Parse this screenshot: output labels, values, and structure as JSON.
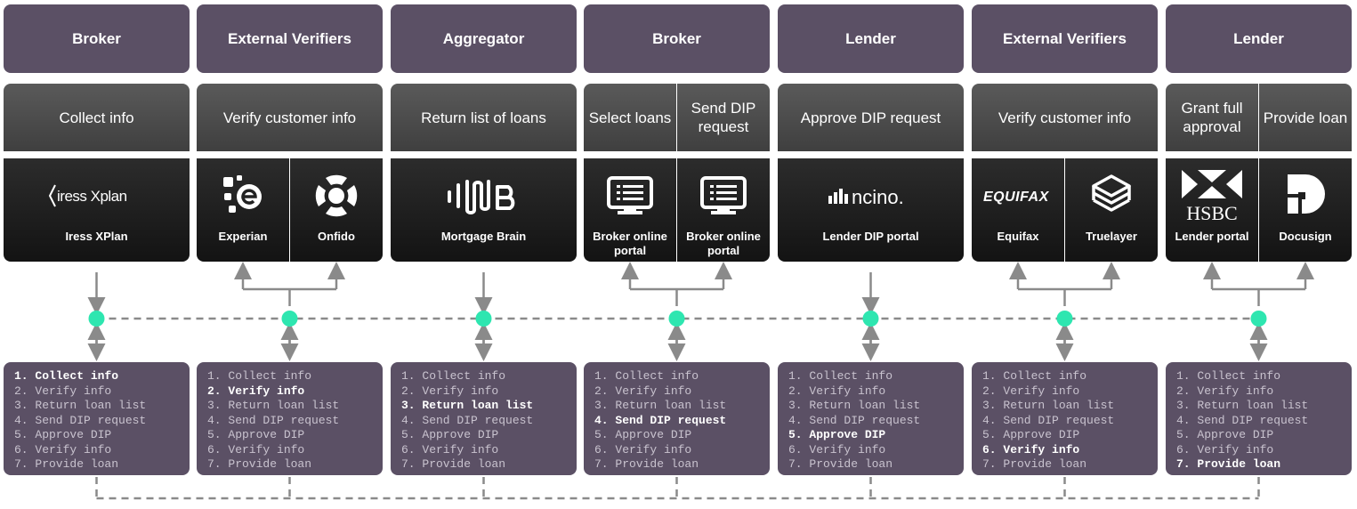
{
  "columns": [
    {
      "role": "Broker",
      "steps": [
        "Collect info"
      ],
      "tools": [
        {
          "name": "Iress XPlan",
          "logo": "iress-xplan-logo",
          "logo_text": "iress Xplan"
        }
      ],
      "active": 0
    },
    {
      "role": "External Verifiers",
      "steps": [
        "Verify customer info"
      ],
      "tools": [
        {
          "name": "Experian",
          "logo": "experian-logo"
        },
        {
          "name": "Onfido",
          "logo": "onfido-logo"
        }
      ],
      "active": 1
    },
    {
      "role": "Aggregator",
      "steps": [
        "Return list of loans"
      ],
      "tools": [
        {
          "name": "Mortgage Brain",
          "logo": "mortgage-brain-logo"
        }
      ],
      "active": 2
    },
    {
      "role": "Broker",
      "steps": [
        "Select loans",
        "Send DIP request"
      ],
      "tools": [
        {
          "name": "Broker online portal",
          "logo": "portal-icon"
        },
        {
          "name": "Broker online portal",
          "logo": "portal-icon"
        }
      ],
      "active": 3
    },
    {
      "role": "Lender",
      "steps": [
        "Approve DIP request"
      ],
      "tools": [
        {
          "name": "Lender DIP portal",
          "logo": "ncino-logo",
          "logo_text": "ncino."
        }
      ],
      "active": 4
    },
    {
      "role": "External Verifiers",
      "steps": [
        "Verify customer info"
      ],
      "tools": [
        {
          "name": "Equifax",
          "logo": "equifax-logo",
          "logo_text": "EQUIFAX"
        },
        {
          "name": "Truelayer",
          "logo": "truelayer-logo"
        }
      ],
      "active": 5
    },
    {
      "role": "Lender",
      "steps": [
        "Grant full approval",
        "Provide loan"
      ],
      "tools": [
        {
          "name": "Lender portal",
          "logo": "hsbc-logo",
          "logo_text": "HSBC"
        },
        {
          "name": "Docusign",
          "logo": "docusign-logo"
        }
      ],
      "active": 6
    }
  ],
  "process_steps": [
    "1. Collect info",
    "2. Verify info",
    "3. Return loan list",
    "4. Send DIP request",
    "5. Approve DIP",
    "6. Verify info",
    "7. Provide loan"
  ],
  "colors": {
    "role_bg": "#5b5065",
    "node": "#2ee6b0",
    "connector": "#8a8a8a"
  }
}
